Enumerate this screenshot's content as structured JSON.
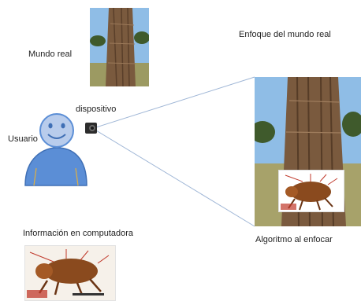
{
  "labels": {
    "real_world": "Mundo real",
    "real_world_focus": "Enfoque del mundo real",
    "device": "dispositivo",
    "user": "Usuario",
    "computer_info": "Información en computadora",
    "focus_algorithm": "Algoritmo al enfocar"
  },
  "icons": {
    "user": "smiley-person-icon",
    "device": "camera-icon",
    "photo_tree": "tree-trunk-photo",
    "photo_insect": "insect-diagram-photo"
  },
  "colors": {
    "user_body": "#5b8ed6",
    "user_outline": "#3f6fb5",
    "sight_lines": "#9fb6d6",
    "sky": "#8fbde6",
    "trunk": "#7a5a3e",
    "foliage": "#3f5a2c"
  }
}
